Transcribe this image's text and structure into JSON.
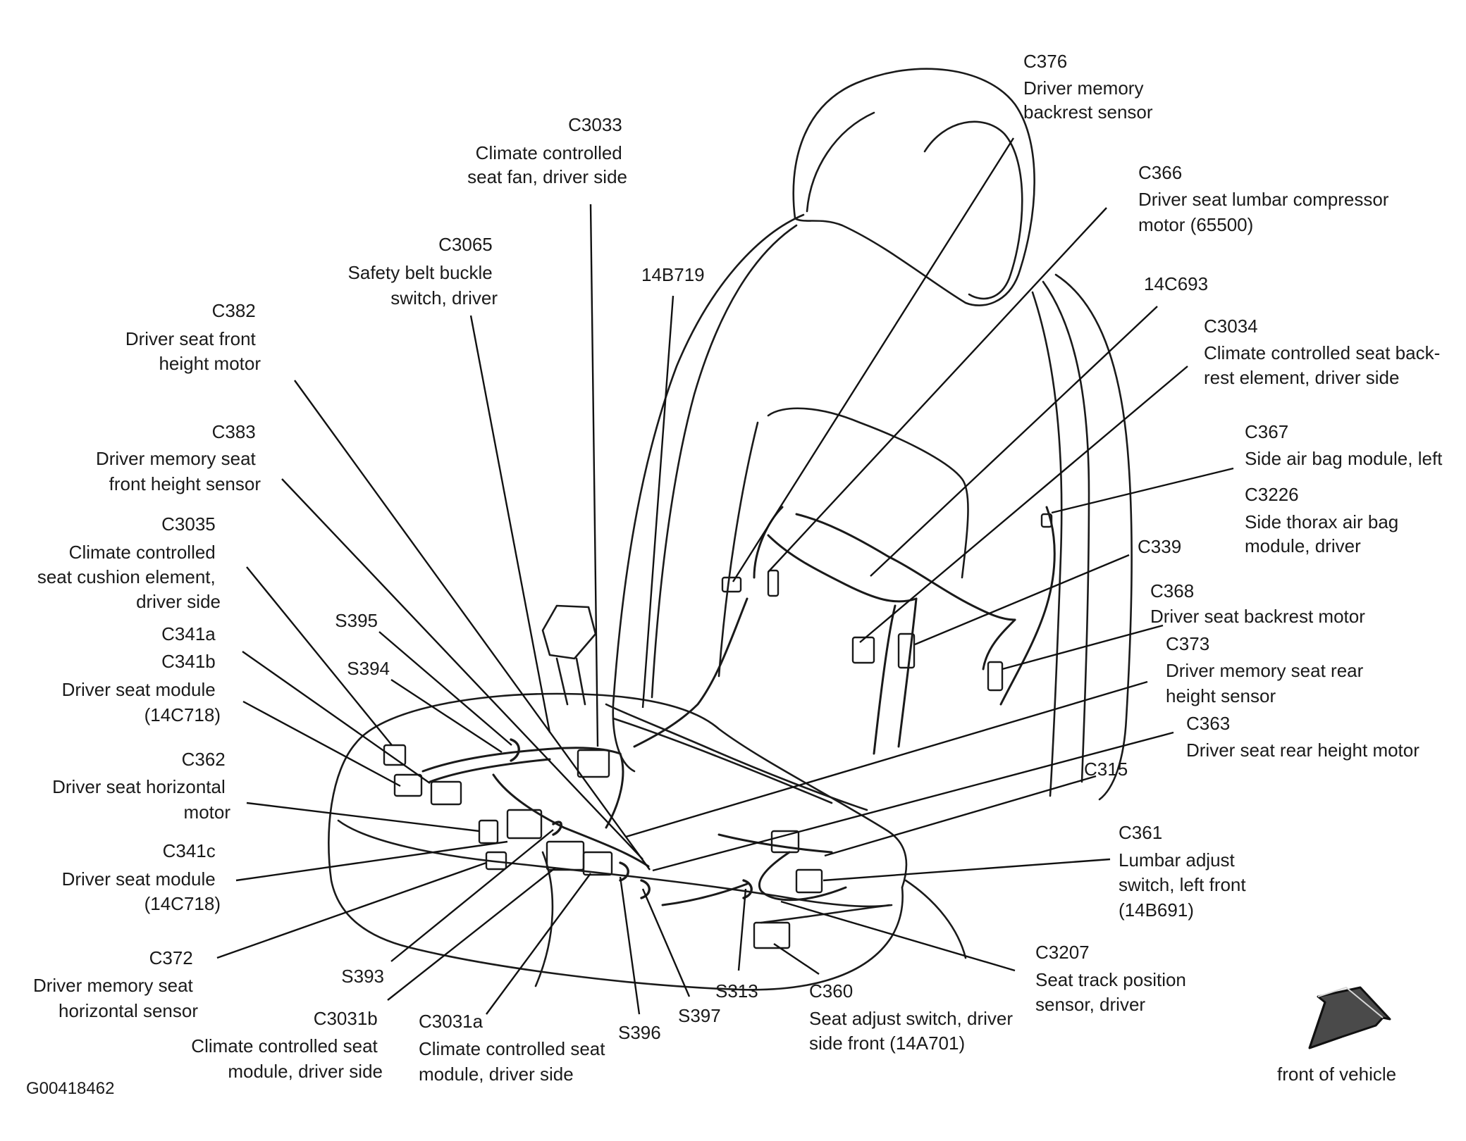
{
  "figure_id": "G00418462",
  "orientation_label": "front of vehicle",
  "callouts": [
    {
      "id": "c376",
      "lines": [
        "C376",
        "Driver memory",
        "backrest sensor"
      ]
    },
    {
      "id": "c3033",
      "lines": [
        "C3033",
        "Climate controlled",
        "seat fan, driver side"
      ]
    },
    {
      "id": "c366",
      "lines": [
        "C366",
        "Driver seat lumbar compressor",
        "motor (65500)"
      ]
    },
    {
      "id": "c3065",
      "lines": [
        "C3065",
        "Safety belt buckle",
        "switch, driver"
      ]
    },
    {
      "id": "14b719",
      "lines": [
        "14B719"
      ]
    },
    {
      "id": "14c693",
      "lines": [
        "14C693"
      ]
    },
    {
      "id": "c382",
      "lines": [
        "C382",
        "Driver seat front",
        "height motor"
      ]
    },
    {
      "id": "c3034",
      "lines": [
        "C3034",
        "Climate controlled seat back-",
        "rest element, driver side"
      ]
    },
    {
      "id": "c383",
      "lines": [
        "C383",
        "Driver memory seat",
        "front height sensor"
      ]
    },
    {
      "id": "c367",
      "lines": [
        "C367",
        "Side air bag module, left"
      ]
    },
    {
      "id": "c3226",
      "lines": [
        "C3226",
        "Side thorax air bag",
        "module, driver"
      ]
    },
    {
      "id": "c3035",
      "lines": [
        "C3035",
        "Climate controlled",
        "seat cushion element,",
        "driver side"
      ]
    },
    {
      "id": "c339",
      "lines": [
        "C339"
      ]
    },
    {
      "id": "c368",
      "lines": [
        "C368",
        "Driver seat backrest motor"
      ]
    },
    {
      "id": "s395",
      "lines": [
        "S395"
      ]
    },
    {
      "id": "c341ab",
      "lines": [
        "C341a",
        "C341b",
        "Driver seat module",
        "(14C718)"
      ]
    },
    {
      "id": "c373",
      "lines": [
        "C373",
        "Driver memory seat rear",
        "height sensor"
      ]
    },
    {
      "id": "s394",
      "lines": [
        "S394"
      ]
    },
    {
      "id": "c363",
      "lines": [
        "C363",
        "Driver seat rear height motor"
      ]
    },
    {
      "id": "c362",
      "lines": [
        "C362",
        "Driver seat horizontal",
        "motor"
      ]
    },
    {
      "id": "c315",
      "lines": [
        "C315"
      ]
    },
    {
      "id": "c361",
      "lines": [
        "C361",
        "Lumbar adjust",
        "switch, left front",
        "(14B691)"
      ]
    },
    {
      "id": "c341c",
      "lines": [
        "C341c",
        "Driver seat module",
        "(14C718)"
      ]
    },
    {
      "id": "c372",
      "lines": [
        "C372",
        "Driver memory seat",
        "horizontal sensor"
      ]
    },
    {
      "id": "c3207",
      "lines": [
        "C3207",
        "Seat track position",
        "sensor, driver"
      ]
    },
    {
      "id": "s393",
      "lines": [
        "S393"
      ]
    },
    {
      "id": "s313",
      "lines": [
        "S313"
      ]
    },
    {
      "id": "c360",
      "lines": [
        "C360",
        "Seat adjust switch, driver",
        "side front (14A701)"
      ]
    },
    {
      "id": "c3031b",
      "lines": [
        "C3031b",
        "Climate controlled seat",
        "module, driver side"
      ]
    },
    {
      "id": "c3031a",
      "lines": [
        "C3031a",
        "Climate controlled seat",
        "module, driver side"
      ]
    },
    {
      "id": "s397",
      "lines": [
        "S397"
      ]
    },
    {
      "id": "s396",
      "lines": [
        "S396"
      ]
    }
  ]
}
